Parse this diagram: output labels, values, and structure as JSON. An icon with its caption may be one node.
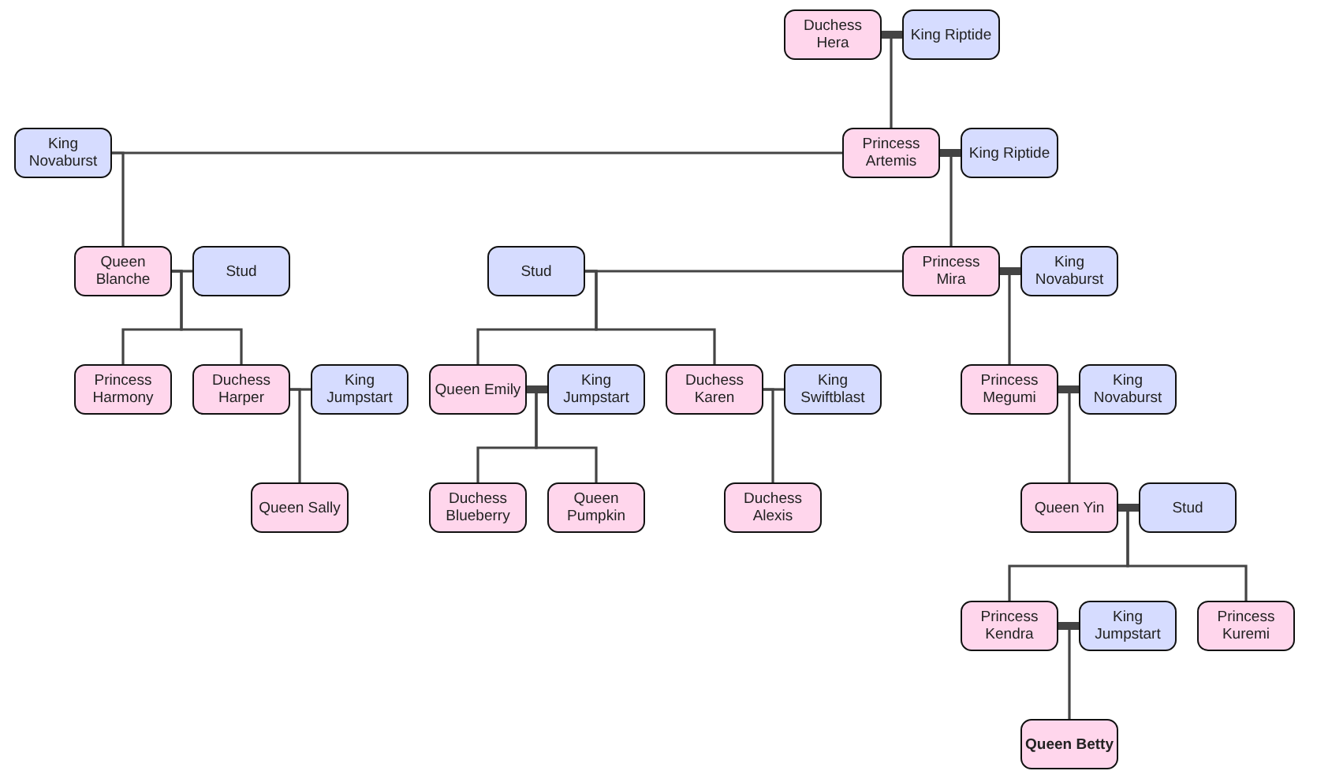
{
  "diagram": {
    "nodes": [
      {
        "text": [
          "Duchess Hera"
        ]
      },
      {
        "text": [
          "King Riptide"
        ]
      },
      {
        "text": [
          "King Novaburst"
        ]
      },
      {
        "text": [
          "Princess Artemis"
        ]
      },
      {
        "text": [
          "King Riptide"
        ]
      },
      {
        "text": [
          "Queen Blanche"
        ]
      },
      {
        "text": [
          "Stud"
        ]
      },
      {
        "text": [
          "Stud"
        ]
      },
      {
        "text": [
          "Princess Mira"
        ]
      },
      {
        "text": [
          "King Novaburst"
        ]
      },
      {
        "text": [
          "Princess Harmony"
        ]
      },
      {
        "text": [
          "Duchess Harper"
        ]
      },
      {
        "text": [
          "King Jumpstart"
        ]
      },
      {
        "text": [
          "Queen Emily"
        ]
      },
      {
        "text": [
          "King Jumpstart"
        ]
      },
      {
        "text": [
          "Duchess Karen"
        ]
      },
      {
        "text": [
          "King Swiftblast"
        ]
      },
      {
        "text": [
          "Princess Megumi"
        ]
      },
      {
        "text": [
          "King Novaburst"
        ]
      },
      {
        "text": [
          "Queen Sally"
        ]
      },
      {
        "text": [
          "Duchess Blueberry"
        ]
      },
      {
        "text": [
          "Queen Pumpkin"
        ]
      },
      {
        "text": [
          "Duchess Alexis"
        ]
      },
      {
        "text": [
          "Queen Yin"
        ]
      },
      {
        "text": [
          "Stud"
        ]
      },
      {
        "text": [
          "Princess Kendra"
        ]
      },
      {
        "text": [
          "King Jumpstart"
        ]
      },
      {
        "text": [
          "Princess Kuremi"
        ]
      },
      {
        "text": [
          "Queen Betty"
        ]
      }
    ],
    "edges": [
      {
        "from": 0,
        "to": 1,
        "arrow": "none",
        "style": "thick"
      },
      {
        "from": 2,
        "to": 3,
        "arrow": "none"
      },
      {
        "from": 3,
        "to": 4,
        "arrow": "none",
        "style": "thick"
      },
      {
        "from": 5,
        "to": 6,
        "arrow": "none"
      },
      {
        "from": 7,
        "to": 8,
        "arrow": "none"
      },
      {
        "from": 8,
        "to": 9,
        "arrow": "none",
        "style": "thick"
      },
      {
        "from": 11,
        "to": 12,
        "arrow": "none"
      },
      {
        "from": 13,
        "to": 14,
        "arrow": "none",
        "style": "thick"
      },
      {
        "from": 15,
        "to": 16,
        "arrow": "none"
      },
      {
        "from": 17,
        "to": 18,
        "arrow": "none",
        "style": "thick"
      },
      {
        "from": 23,
        "to": 24,
        "arrow": "none",
        "style": "thick"
      },
      {
        "from": 25,
        "to": 26,
        "arrow": "none",
        "style": "thick"
      },
      {
        "from": 0,
        "to": 3,
        "arrow": "none"
      },
      {
        "from": 2,
        "to": 5,
        "arrow": "none"
      },
      {
        "from": 3,
        "to": 8,
        "arrow": "none"
      },
      {
        "from": 5,
        "to": 10,
        "arrow": "none"
      },
      {
        "from": 5,
        "to": 11,
        "arrow": "none"
      },
      {
        "from": 7,
        "to": 13,
        "arrow": "none"
      },
      {
        "from": 7,
        "to": 15,
        "arrow": "none"
      },
      {
        "from": 8,
        "to": 17,
        "arrow": "none"
      },
      {
        "from": 11,
        "to": 19,
        "arrow": "none"
      },
      {
        "from": 13,
        "to": 20,
        "arrow": "none"
      },
      {
        "from": 13,
        "to": 21,
        "arrow": "none"
      },
      {
        "from": 15,
        "to": 22,
        "arrow": "none"
      },
      {
        "from": 17,
        "to": 23,
        "arrow": "none"
      },
      {
        "from": 23,
        "to": 25,
        "arrow": "none"
      },
      {
        "from": 23,
        "to": 27,
        "arrow": "none"
      },
      {
        "from": 25,
        "to": 28,
        "arrow": "none"
      }
    ]
  }
}
